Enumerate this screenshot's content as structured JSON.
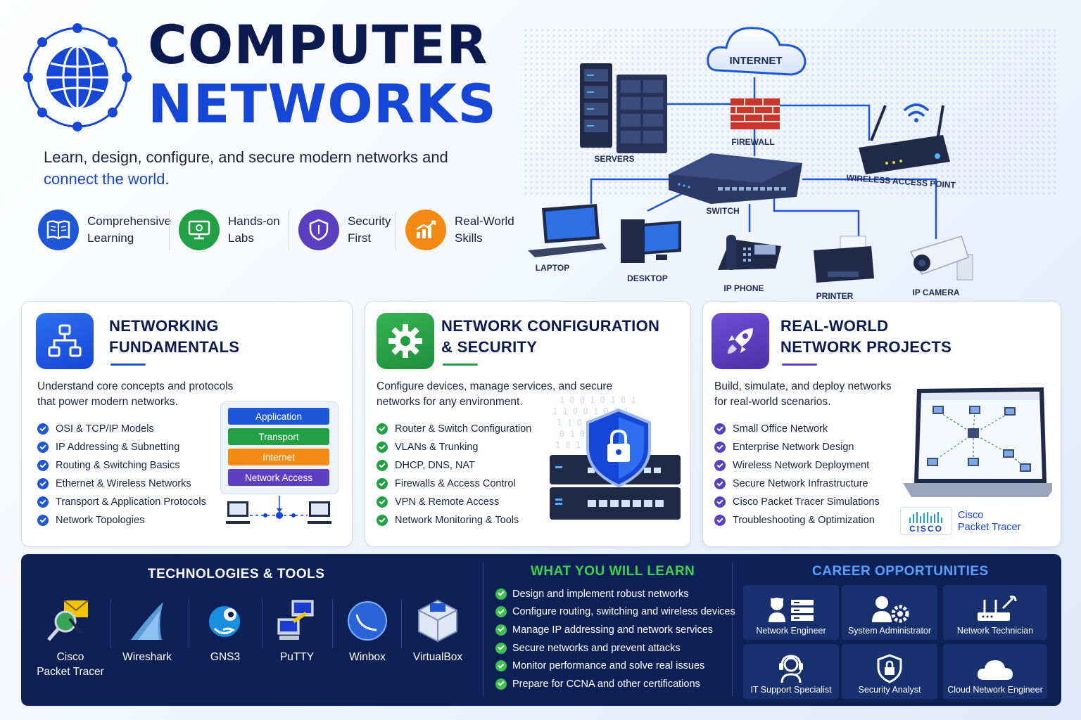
{
  "hero": {
    "title_line1": "COMPUTER",
    "title_line2": "NETWORKS",
    "tagline_part1": "Learn, design, configure, and secure modern networks and ",
    "tagline_highlight": "connect the world",
    "tagline_end": "."
  },
  "features": [
    {
      "line1": "Comprehensive",
      "line2": "Learning",
      "icon": "book-icon",
      "color": "#1e56d8"
    },
    {
      "line1": "Hands-on",
      "line2": "Labs",
      "icon": "monitor-gear-icon",
      "color": "#22a044"
    },
    {
      "line1": "Security",
      "line2": "First",
      "icon": "shield-icon",
      "color": "#5a3fc0"
    },
    {
      "line1": "Real-World",
      "line2": "Skills",
      "icon": "chart-up-icon",
      "color": "#f38a14"
    }
  ],
  "diagram": {
    "internet": "INTERNET",
    "servers": "SERVERS",
    "firewall": "FIREWALL",
    "wap": "WIRELESS ACCESS POINT",
    "switch": "SWITCH",
    "laptop": "LAPTOP",
    "desktop": "DESKTOP",
    "ip_phone": "IP PHONE",
    "printer": "PRINTER",
    "ip_camera": "IP CAMERA"
  },
  "cards": [
    {
      "title_line1": "NETWORKING",
      "title_line2": "FUNDAMENTALS",
      "desc_line1": "Understand core concepts and protocols",
      "desc_line2": "that power modern networks.",
      "items": [
        "OSI & TCP/IP Models",
        "IP Addressing & Subnetting",
        "Routing & Switching Basics",
        "Ethernet & Wireless Networks",
        "Transport & Application Protocols",
        "Network Topologies"
      ],
      "color": "#1e56d8",
      "layers": [
        "Application",
        "Transport",
        "Internet",
        "Network Access"
      ]
    },
    {
      "title_line1": "NETWORK CONFIGURATION",
      "title_line2": "& SECURITY",
      "desc_line1": "Configure devices, manage services, and secure",
      "desc_line2": "networks for any environment.",
      "items": [
        "Router & Switch Configuration",
        "VLANs & Trunking",
        "DHCP, DNS, NAT",
        "Firewalls & Access Control",
        "VPN & Remote Access",
        "Network Monitoring & Tools"
      ],
      "color": "#22a044"
    },
    {
      "title_line1": "REAL-WORLD",
      "title_line2": "NETWORK PROJECTS",
      "desc_line1": "Build, simulate, and deploy networks",
      "desc_line2": "for real-world scenarios.",
      "items": [
        "Small Office Network",
        "Enterprise Network Design",
        "Wireless Network Deployment",
        "Secure Network Infrastructure",
        "Cisco Packet Tracer Simulations",
        "Troubleshooting & Optimization"
      ],
      "color": "#5a3fc0",
      "cisco_logo": "CISCO",
      "cisco_line1": "Cisco",
      "cisco_line2": "Packet Tracer"
    }
  ],
  "tools": {
    "heading": "TECHNOLOGIES & TOOLS",
    "items": [
      {
        "line1": "Cisco",
        "line2": "Packet Tracer"
      },
      {
        "line1": "Wireshark",
        "line2": ""
      },
      {
        "line1": "GNS3",
        "line2": ""
      },
      {
        "line1": "PuTTY",
        "line2": ""
      },
      {
        "line1": "Winbox",
        "line2": ""
      },
      {
        "line1": "VirtualBox",
        "line2": ""
      }
    ]
  },
  "learn": {
    "heading": "WHAT YOU WILL LEARN",
    "items": [
      "Design and implement robust networks",
      "Configure routing, switching and wireless devices",
      "Manage IP addressing and network services",
      "Secure networks and prevent attacks",
      "Monitor performance and solve real issues",
      "Prepare for CCNA and other certifications"
    ]
  },
  "careers": {
    "heading": "CAREER OPPORTUNITIES",
    "items": [
      "Network Engineer",
      "System Administrator",
      "Network Technician",
      "IT Support Specialist",
      "Security Analyst",
      "Cloud Network Engineer"
    ]
  },
  "colors": {
    "navy": "#0e2157",
    "blue": "#1646d6",
    "green": "#22a044",
    "purple": "#5a3fc0",
    "orange": "#f38a14"
  }
}
